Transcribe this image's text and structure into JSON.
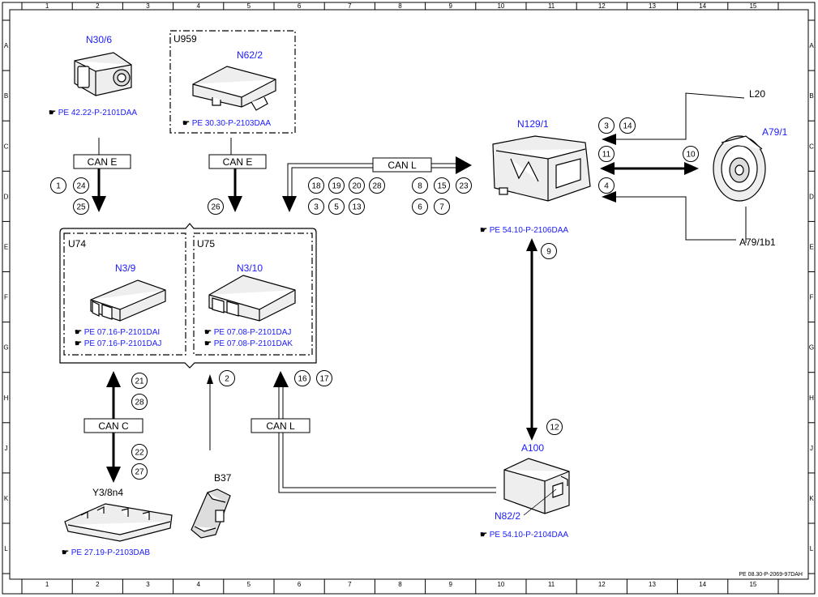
{
  "grid": {
    "columns": [
      "1",
      "2",
      "3",
      "4",
      "5",
      "6",
      "7",
      "8",
      "9",
      "10",
      "11",
      "12",
      "13",
      "14",
      "15"
    ],
    "rows": [
      "A",
      "B",
      "C",
      "D",
      "E",
      "F",
      "G",
      "H",
      "J",
      "K",
      "L"
    ]
  },
  "components": {
    "n30_6": {
      "label": "N30/6",
      "ref": "PE 42.22-P-2101DAA"
    },
    "u959": {
      "group": "U959",
      "label": "N62/2",
      "ref": "PE 30.30-P-2103DAA"
    },
    "n129_1": {
      "label": "N129/1",
      "ref": "PE 54.10-P-2106DAA"
    },
    "a79_1": {
      "label": "A79/1",
      "l20": "L20",
      "a79_1b1": "A79/1b1"
    },
    "u74": {
      "group": "U74",
      "label": "N3/9",
      "ref1": "PE 07.16-P-2101DAI",
      "ref2": "PE 07.16-P-2101DAJ"
    },
    "u75": {
      "group": "U75",
      "label": "N3/10",
      "ref1": "PE 07.08-P-2101DAJ",
      "ref2": "PE 07.08-P-2101DAK"
    },
    "a100": {
      "label": "A100",
      "n82_2": "N82/2",
      "ref": "PE 54.10-P-2104DAA"
    },
    "y3_8n4": {
      "label": "Y3/8n4",
      "ref": "PE 27.19-P-2103DAB"
    },
    "b37": {
      "label": "B37"
    }
  },
  "buses": {
    "can_e_1": "CAN E",
    "can_e_2": "CAN E",
    "can_l_top": "CAN L",
    "can_c": "CAN C",
    "can_l_bottom": "CAN L"
  },
  "signals": {
    "s1": "1",
    "s24": "24",
    "s25": "25",
    "s26": "26",
    "s18": "18",
    "s19": "19",
    "s20": "20",
    "s28a": "28",
    "s3a": "3",
    "s5": "5",
    "s13": "13",
    "s8": "8",
    "s15": "15",
    "s23": "23",
    "s6": "6",
    "s7": "7",
    "s3b": "3",
    "s14": "14",
    "s11": "11",
    "s4": "4",
    "s10": "10",
    "s9": "9",
    "s12": "12",
    "s21": "21",
    "s28b": "28",
    "s22": "22",
    "s27": "27",
    "s2": "2",
    "s16": "16",
    "s17": "17"
  },
  "doc_id": "PE 08.30-P-2069-97DAH",
  "colors": {
    "label_blue": "#1a1aff",
    "line": "#000000"
  }
}
